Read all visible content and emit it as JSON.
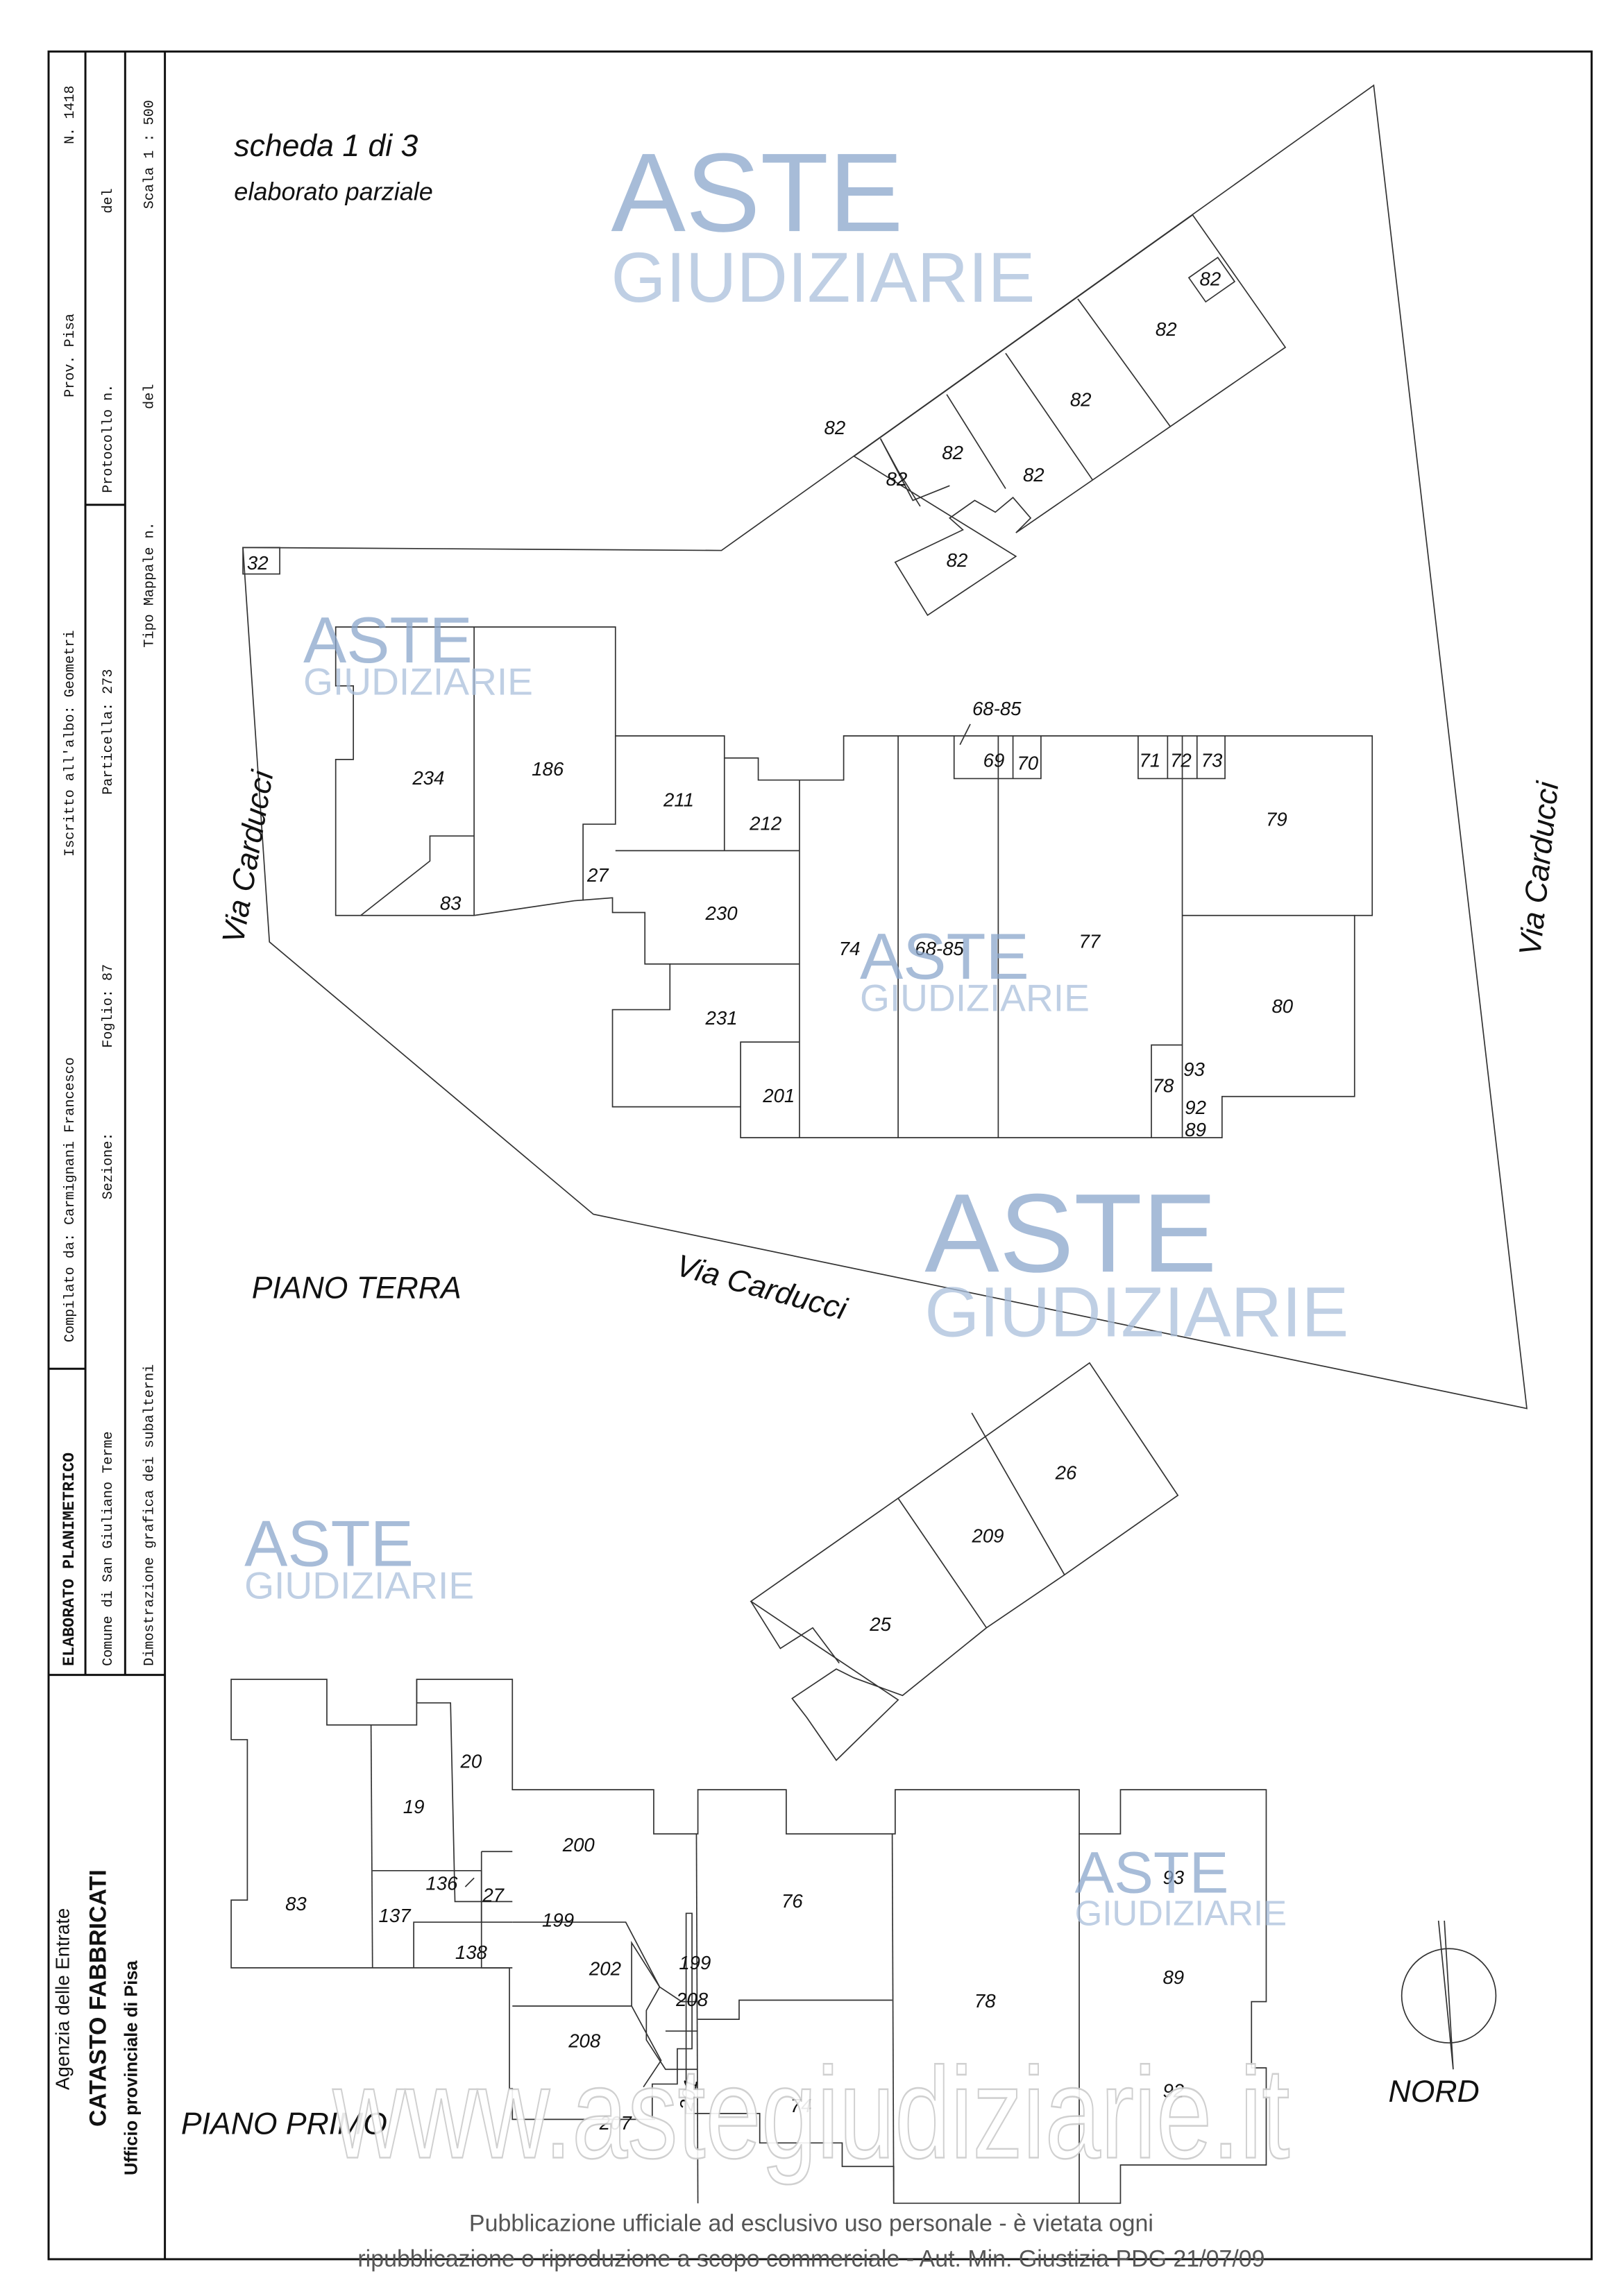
{
  "header": {
    "sheet": "scheda 1 di 3",
    "subtitle": "elaborato parziale"
  },
  "strip": {
    "numero": "N. 1418",
    "provincia": "Prov. Pisa",
    "iscritto": "Iscritto all'albo: Geometri",
    "compilato": "Compilato da: Carmignani Francesco",
    "titolo": "ELABORATO PLANIMETRICO",
    "del1": "del",
    "protocollo": "Protocollo n.",
    "particella": "Particella: 273",
    "foglio": "Foglio: 87",
    "sezione": "Sezione:",
    "comune": "Comune di San Giuliano Terme",
    "scala": "Scala 1 : 500",
    "del2": "del",
    "tipo_mappale": "Tipo Mappale n.",
    "dimostrazione": "Dimostrazione grafica dei subalterni"
  },
  "agency": {
    "line1": "Agenzia delle Entrate",
    "line2": "CATASTO FABBRICATI",
    "line3": "Ufficio provinciale di  Pisa"
  },
  "plan": {
    "streets": [
      "Via  Carducci",
      "Via  Carducci",
      "Via  Carducci"
    ],
    "floors": [
      "PIANO TERRA",
      "PIANO PRIMO"
    ],
    "north": "NORD",
    "ground_labels": [
      "82",
      "82",
      "82",
      "82",
      "82",
      "82",
      "82",
      "82",
      "32",
      "234",
      "186",
      "83",
      "27",
      "211",
      "212",
      "230",
      "231",
      "201",
      "74",
      "68-85",
      "68-85",
      "69",
      "70",
      "77",
      "71",
      "72",
      "73",
      "79",
      "80",
      "78",
      "93",
      "92",
      "89",
      "26",
      "209",
      "25"
    ],
    "first_labels": [
      "20",
      "19",
      "83",
      "136",
      "27",
      "137",
      "138",
      "200",
      "199",
      "202",
      "199",
      "208",
      "208",
      "76",
      "78",
      "93",
      "89",
      "92",
      "74",
      "201",
      "207"
    ]
  },
  "watermark": {
    "brand_top": "ASTE",
    "brand_bottom": "GIUDIZIARIE",
    "url": "www.astegiudiziarie.it"
  },
  "footer": {
    "line1": "Pubblicazione ufficiale ad esclusivo uso personale - è vietata ogni",
    "line2": "ripubblicazione o riproduzione a scopo commerciale - Aut. Min. Giustizia PDG 21/07/09"
  }
}
